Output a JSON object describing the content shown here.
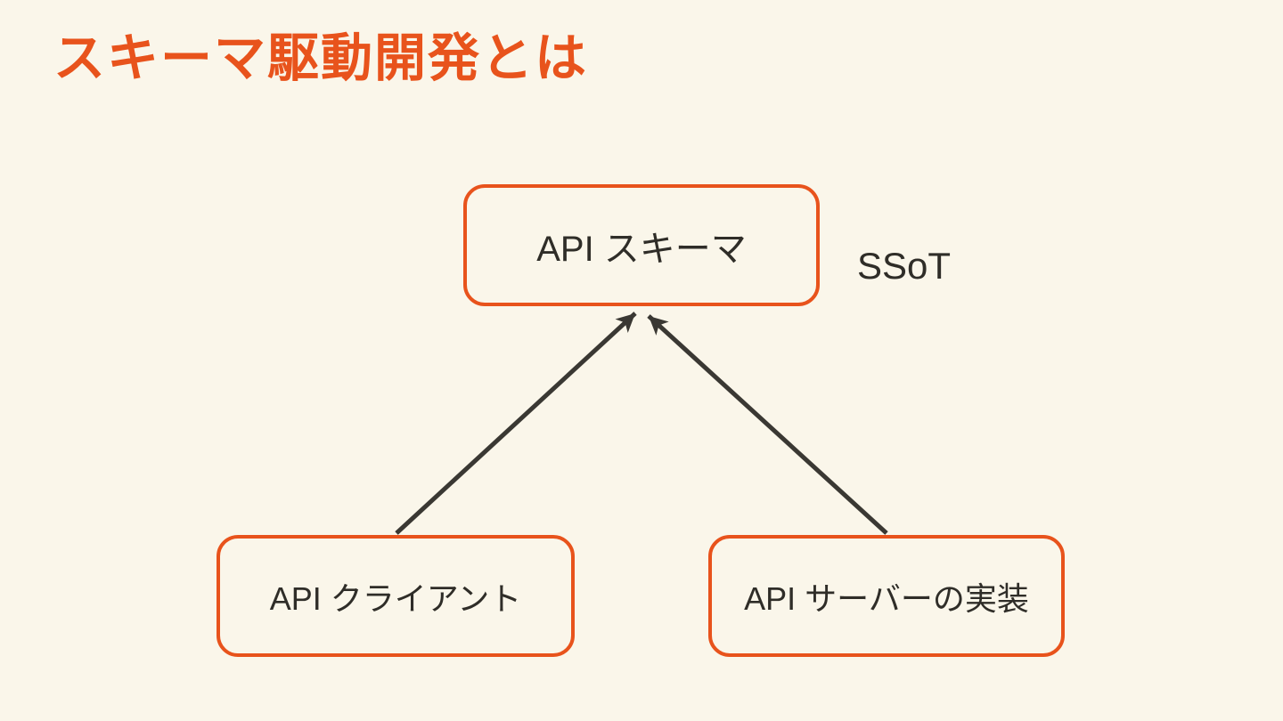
{
  "slide": {
    "title": "スキーマ駆動開発とは",
    "annotation": "SSoT"
  },
  "diagram": {
    "nodes": [
      {
        "id": "api-schema",
        "label": "API スキーマ"
      },
      {
        "id": "api-client",
        "label": "API クライアント"
      },
      {
        "id": "api-server",
        "label": "API サーバーの実装"
      }
    ],
    "edges": [
      {
        "from": "api-client",
        "to": "api-schema"
      },
      {
        "from": "api-server",
        "to": "api-schema"
      }
    ]
  },
  "colors": {
    "background": "#FAF6EA",
    "accent": "#E8531C",
    "text": "#2F2D28",
    "arrow": "#3A3833"
  }
}
